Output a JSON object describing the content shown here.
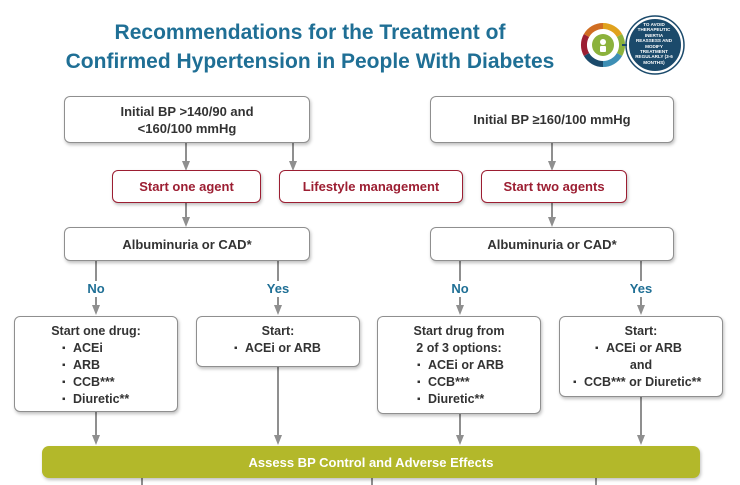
{
  "title": {
    "line1": "Recommendations for the Treatment of",
    "line2": "Confirmed Hypertension in People With Diabetes"
  },
  "logo": {
    "icon": "treatment-cycle-icon",
    "text": "TO AVOID THERAPEUTIC INERTIA REASSESS AND MODIFY TREATMENT REGULARLY (3-6 MONTHS)"
  },
  "top": {
    "left": {
      "line1": "Initial BP >140/90 and",
      "line2": "<160/100 mmHg"
    },
    "right": "Initial BP ≥160/100 mmHg"
  },
  "middle": {
    "start_one": "Start one agent",
    "lifestyle": "Lifestyle management",
    "start_two": "Start two agents"
  },
  "albuminuria": {
    "left": "Albuminuria or CAD*",
    "right": "Albuminuria or CAD*"
  },
  "branches": {
    "no1": "No",
    "yes1": "Yes",
    "no2": "No",
    "yes2": "Yes"
  },
  "drugs": {
    "box1": {
      "head": "Start one drug:",
      "items": [
        "ACEi",
        "ARB",
        "CCB***",
        "Diuretic**"
      ]
    },
    "box2": {
      "head": "Start:",
      "items": [
        "ACEi or ARB"
      ]
    },
    "box3": {
      "head1": "Start drug from",
      "head2": "2 of 3 options:",
      "items": [
        "ACEi or ARB",
        "CCB***",
        "Diuretic**"
      ]
    },
    "box4": {
      "head": "Start:",
      "item1": "ACEi or ARB",
      "and": "and",
      "item2": "CCB*** or Diuretic**"
    }
  },
  "assess": "Assess BP Control and Adverse Effects",
  "colors": {
    "title": "#1f6f95",
    "accent_red": "#9c1e32",
    "assess_bar": "#b3b82a",
    "logo_circle": "#1b4a6b"
  }
}
